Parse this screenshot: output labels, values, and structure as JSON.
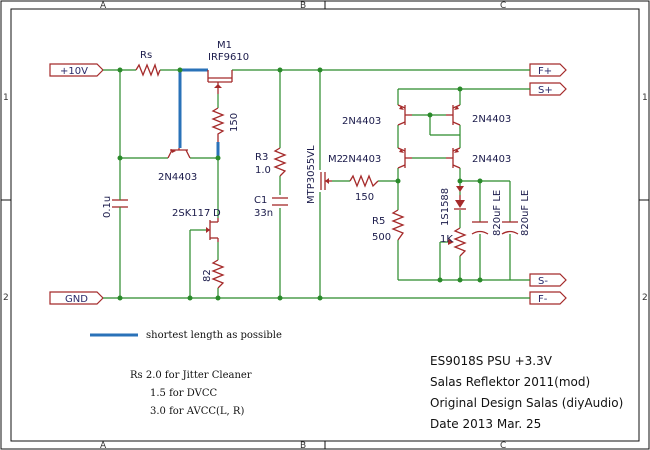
{
  "frame": {
    "columns": [
      "A",
      "B",
      "C"
    ],
    "rows": [
      "1",
      "2"
    ]
  },
  "ports": {
    "in_pos": "+10V",
    "in_gnd": "GND",
    "out_fpos": "F+",
    "out_spos": "S+",
    "out_sneg": "S-",
    "out_fneg": "F-"
  },
  "components": {
    "rs": {
      "ref": "Rs"
    },
    "m1": {
      "ref": "M1",
      "value": "IRF9610"
    },
    "r150a": {
      "value": "150"
    },
    "q_2n4403_left": {
      "value": "2N4403"
    },
    "c_01u": {
      "value": "0.1u"
    },
    "jfet": {
      "value": "2SK117"
    },
    "jfet_pin": {
      "value": "D"
    },
    "r82": {
      "value": "82"
    },
    "r3": {
      "ref": "R3",
      "value": "1.0"
    },
    "c1": {
      "ref": "C1",
      "value": "33n"
    },
    "m2": {
      "ref": "M2",
      "value": "MTP3055VL"
    },
    "r150b": {
      "value": "150"
    },
    "r5": {
      "ref": "R5",
      "value": "500"
    },
    "q_tl": {
      "value": "2N4403"
    },
    "q_tr": {
      "value": "2N4403"
    },
    "q_ml": {
      "value": "2N4403"
    },
    "q_mr": {
      "value": "2N4403"
    },
    "d1": {
      "value": "1S1588"
    },
    "pot": {
      "value": "1K"
    },
    "c_820a": {
      "value": "820uF LE"
    },
    "c_820b": {
      "value": "820uF LE"
    }
  },
  "legend": {
    "text": "shortest length as possible",
    "line_color": "#2a72b8"
  },
  "notes": {
    "line1": "Rs   2.0 for Jitter Cleaner",
    "line2": "1.5 for DVCC",
    "line3": "3.0 for AVCC(L, R)"
  },
  "title_block": {
    "line1": "ES9018S PSU +3.3V",
    "line2": "Salas Reflektor 2011(mod)",
    "line3": "Original Design Salas (diyAudio)",
    "line4": "Date 2013 Mar. 25"
  },
  "colors": {
    "wire": "#2a8a2a",
    "component": "#a52a2a",
    "label": "#2a2a6a"
  }
}
